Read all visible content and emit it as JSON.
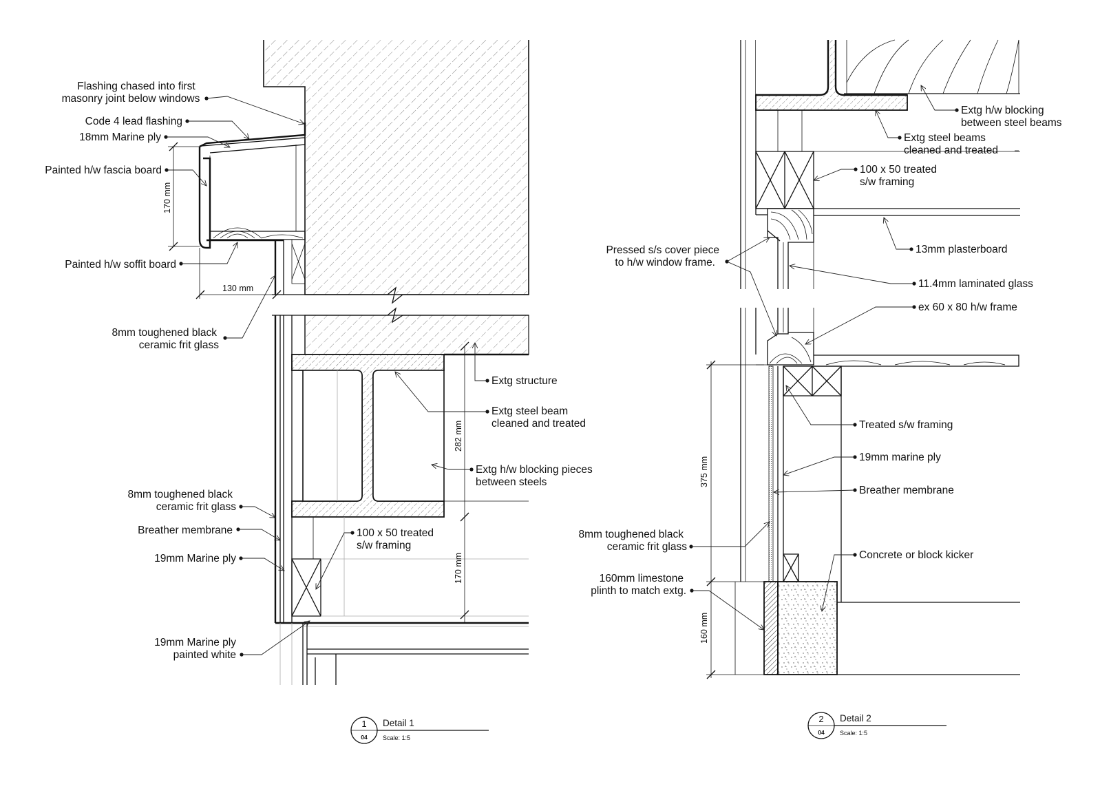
{
  "detail1": {
    "labels": {
      "flashing_chased_1": "Flashing chased into first",
      "flashing_chased_2": "masonry joint below windows",
      "lead_flashing": "Code 4 lead flashing",
      "marine_ply_18": "18mm Marine ply",
      "fascia_board": "Painted h/w fascia board",
      "soffit_board": "Painted h/w soffit board",
      "glass_top_1": "8mm toughened black",
      "glass_top_2": "ceramic frit glass",
      "extg_structure": "Extg structure",
      "steel_beam_1": "Extg steel beam",
      "steel_beam_2": "cleaned and treated",
      "blocking_1": "Extg h/w blocking pieces",
      "blocking_2": "between steels",
      "glass_bot_1": "8mm toughened black",
      "glass_bot_2": "ceramic frit glass",
      "breather": "Breather membrane",
      "marine_ply_19": "19mm Marine ply",
      "framing_1": "100 x 50 treated",
      "framing_2": "s/w framing",
      "ply_white_1": "19mm Marine ply",
      "ply_white_2": "painted white"
    },
    "dims": {
      "fascia": "170 mm",
      "soffit": "130 mm",
      "beam": "282 mm",
      "framing": "170 mm"
    },
    "title": {
      "number": "1",
      "sheet": "04",
      "name": "Detail 1",
      "scale": "Scale:  1:5"
    }
  },
  "detail2": {
    "labels": {
      "blocking_1": "Extg h/w blocking",
      "blocking_2": "between steel beams",
      "steel_beams_1": "Extg steel beams",
      "steel_beams_2": "cleaned and treated",
      "framing_1": "100 x 50 treated",
      "framing_2": "s/w framing",
      "cover_1": "Pressed s/s cover piece",
      "cover_2": "to h/w window frame.",
      "plasterboard": "13mm plasterboard",
      "lam_glass": "11.4mm laminated glass",
      "hw_frame": "ex 60 x 80 h/w frame",
      "treated_framing": "Treated s/w framing",
      "marine_ply": "19mm marine ply",
      "breather": "Breather membrane",
      "glass_1": "8mm toughened black",
      "glass_2": "ceramic frit glass",
      "kicker": "Concrete or block kicker",
      "plinth_1": "160mm limestone",
      "plinth_2": "plinth to match extg."
    },
    "dims": {
      "wall": "375 mm",
      "plinth": "160 mm"
    },
    "title": {
      "number": "2",
      "sheet": "04",
      "name": "Detail 2",
      "scale": "Scale:  1:5"
    }
  }
}
